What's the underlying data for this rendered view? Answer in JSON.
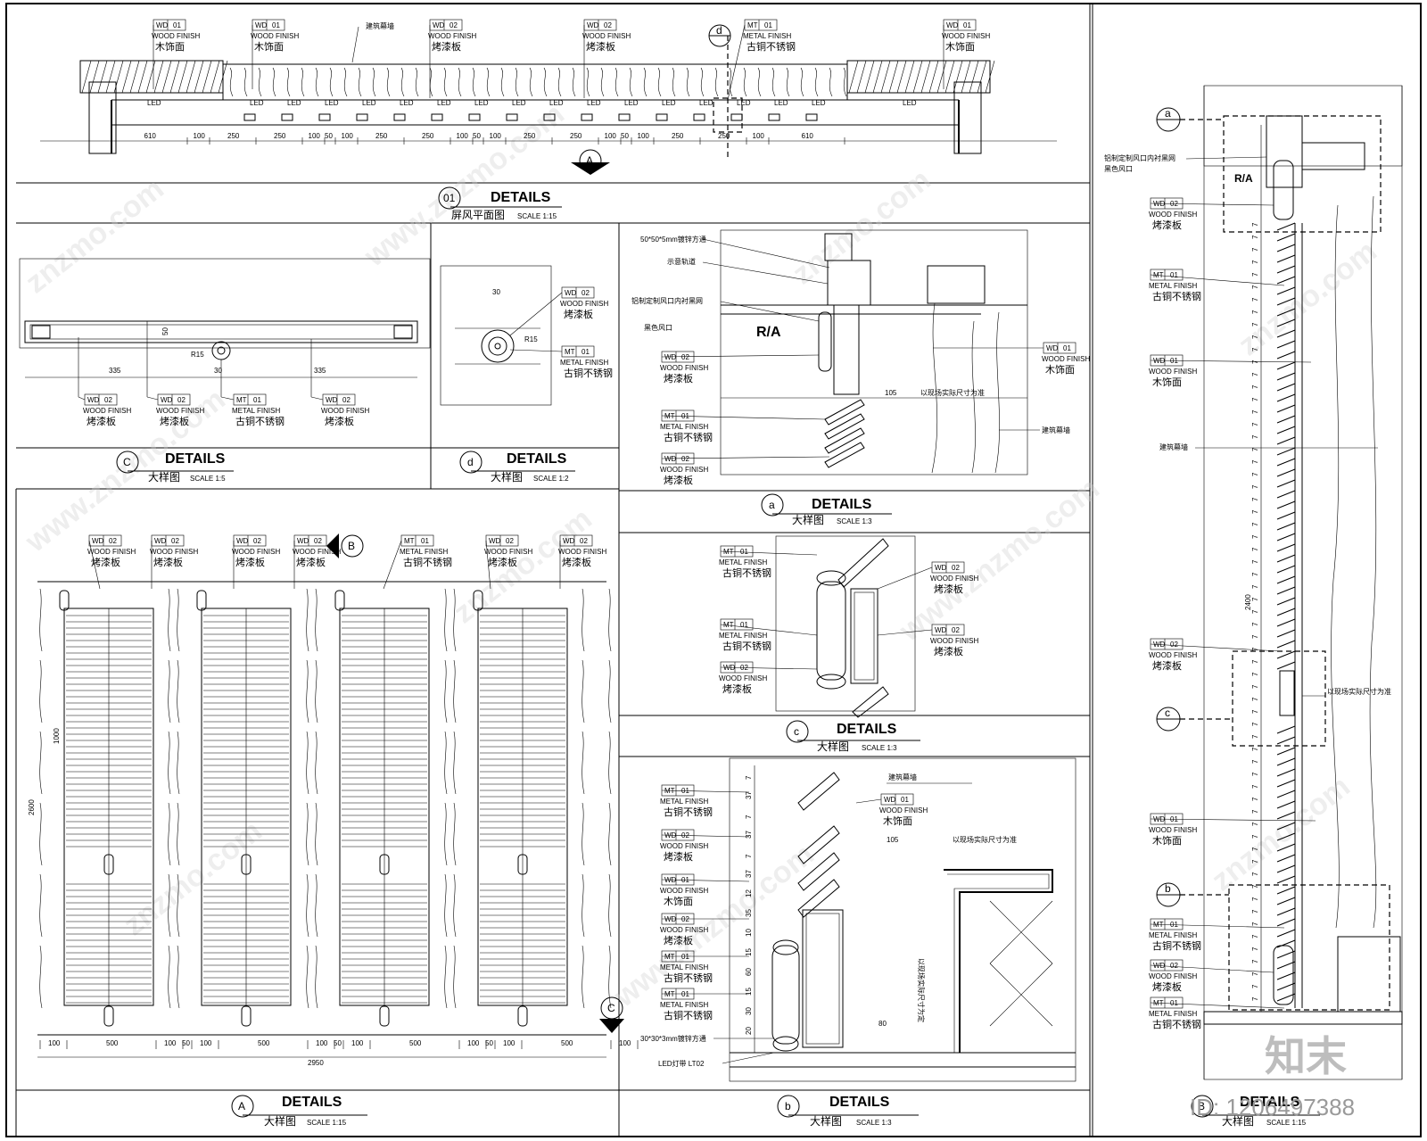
{
  "panels": {
    "p01": {
      "num": "01",
      "title": "DETAILS",
      "sub": "屏风平面图",
      "scale": "SCALE  1:15"
    },
    "pC": {
      "num": "C",
      "title": "DETAILS",
      "sub": "大样图",
      "scale": "SCALE  1:5"
    },
    "pd": {
      "num": "d",
      "title": "DETAILS",
      "sub": "大样图",
      "scale": "SCALE  1:2"
    },
    "pa": {
      "num": "a",
      "title": "DETAILS",
      "sub": "大样图",
      "scale": "SCALE  1:3"
    },
    "pc": {
      "num": "c",
      "title": "DETAILS",
      "sub": "大样图",
      "scale": "SCALE  1:3"
    },
    "pA": {
      "num": "A",
      "title": "DETAILS",
      "sub": "大样图",
      "scale": "SCALE  1:15"
    },
    "pb": {
      "num": "b",
      "title": "DETAILS",
      "sub": "大样图",
      "scale": "SCALE  1:3"
    },
    "pB": {
      "num": "B",
      "title": "DETAILS",
      "sub": "大样图",
      "scale": "SCALE  1:15"
    }
  },
  "materials": {
    "wd01": {
      "code": "WD",
      "no": "01",
      "finish": "WOOD FINISH",
      "cn": "木饰面"
    },
    "wd02": {
      "code": "WD",
      "no": "02",
      "finish": "WOOD FINISH",
      "cn": "烤漆板"
    },
    "mt01": {
      "code": "MT",
      "no": "01",
      "finish": "METAL FINISH",
      "cn": "古铜不锈钢"
    }
  },
  "notes": {
    "curtain_wall": "建筑幕墙",
    "led": "LED",
    "tube50": "50*50*5mm镀锌方通",
    "track": "示意轨道",
    "vent_net": "铝制定制风口内衬黑网",
    "black_vent": "黑色风口",
    "site": "以现场实际尺寸为准",
    "ra": "R/A",
    "tube30": "30*30*3mm镀锌方通",
    "led_strip": "LED灯带 LT02",
    "r15": "R15",
    "site_measure": "以现场实际尺寸为定"
  },
  "markers": {
    "A": "A",
    "B": "B",
    "C": "C",
    "a": "a",
    "b": "b",
    "c": "c",
    "d": "d"
  },
  "dims": {
    "plan": [
      "610",
      "100",
      "250",
      "250",
      "100",
      "50",
      "100",
      "250",
      "250",
      "100",
      "50",
      "100",
      "250",
      "250",
      "100",
      "50",
      "100",
      "250",
      "250",
      "100",
      "610"
    ],
    "c_left": "335",
    "c_right": "335",
    "c_30": "30",
    "c_50": "50",
    "A_bottom": [
      "100",
      "500",
      "100",
      "50",
      "100",
      "500",
      "100",
      "50",
      "100",
      "500",
      "100",
      "50",
      "100",
      "500",
      "100"
    ],
    "A_total": "2950",
    "A_h": "2600",
    "A_h2": "1000",
    "B_total": "2400",
    "a_105": "105",
    "b_105": "105",
    "b_80": "80"
  },
  "stamp": {
    "logo": "知末",
    "id": "ID: 1206497388"
  }
}
